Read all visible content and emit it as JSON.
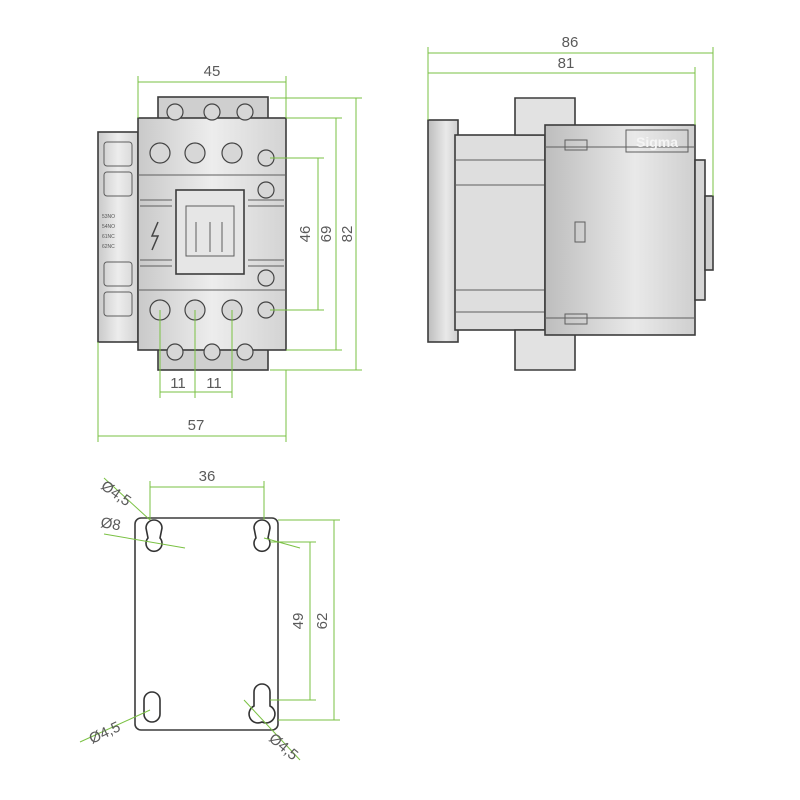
{
  "front_view": {
    "dim_width_top": "45",
    "dim_height_inner": "46",
    "dim_height_mid": "69",
    "dim_height_outer": "82",
    "dim_pitch_left": "11",
    "dim_pitch_right": "11",
    "dim_width_bottom": "57",
    "aux_labels": [
      "53NO",
      "54NO",
      "61NC",
      "62NC"
    ]
  },
  "side_view": {
    "dim_total_depth": "86",
    "dim_body_depth": "81",
    "brand": "Sigma"
  },
  "mount_view": {
    "dim_hole_spacing_x": "36",
    "dim_slot_diameter": "Ø4,5",
    "dim_keyhole_diameter": "Ø8",
    "dim_hole_spacing_y_inner": "49",
    "dim_hole_spacing_y_outer": "62",
    "dim_hole_bottom_left": "Ø4,5",
    "dim_hole_bottom_right": "Ø4,5"
  },
  "colors": {
    "dimension_lines": "#7ac143",
    "outline": "#3c3c3c",
    "body_fill": "#dcdcdc"
  }
}
